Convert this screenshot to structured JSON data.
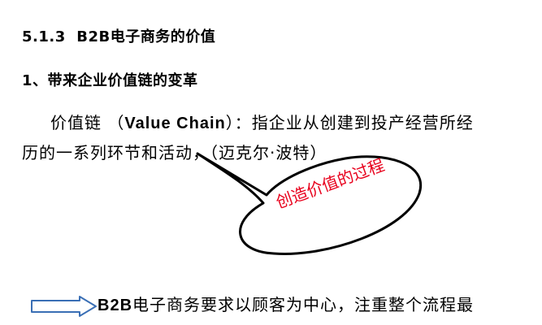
{
  "section": {
    "number": "5.1.3",
    "title": "B2B电子商务的价值"
  },
  "subsection": {
    "number": "1",
    "title": "、带来企业价值链的变革"
  },
  "definition": {
    "term": "价值链 （",
    "term_english": "Value Chain",
    "line1_rest": "）：指企业从创建到投产经营所经",
    "line2": "历的一系列环节和活动，（迈克尔·波特）"
  },
  "callout": {
    "text": "创造价值的过程",
    "border_color": "#000000",
    "text_color": "#e8001c"
  },
  "conclusion": {
    "icon": "right-arrow-icon",
    "lead": "B2B",
    "text": "电子商务要求以顾客为中心，注重整个流程最"
  }
}
